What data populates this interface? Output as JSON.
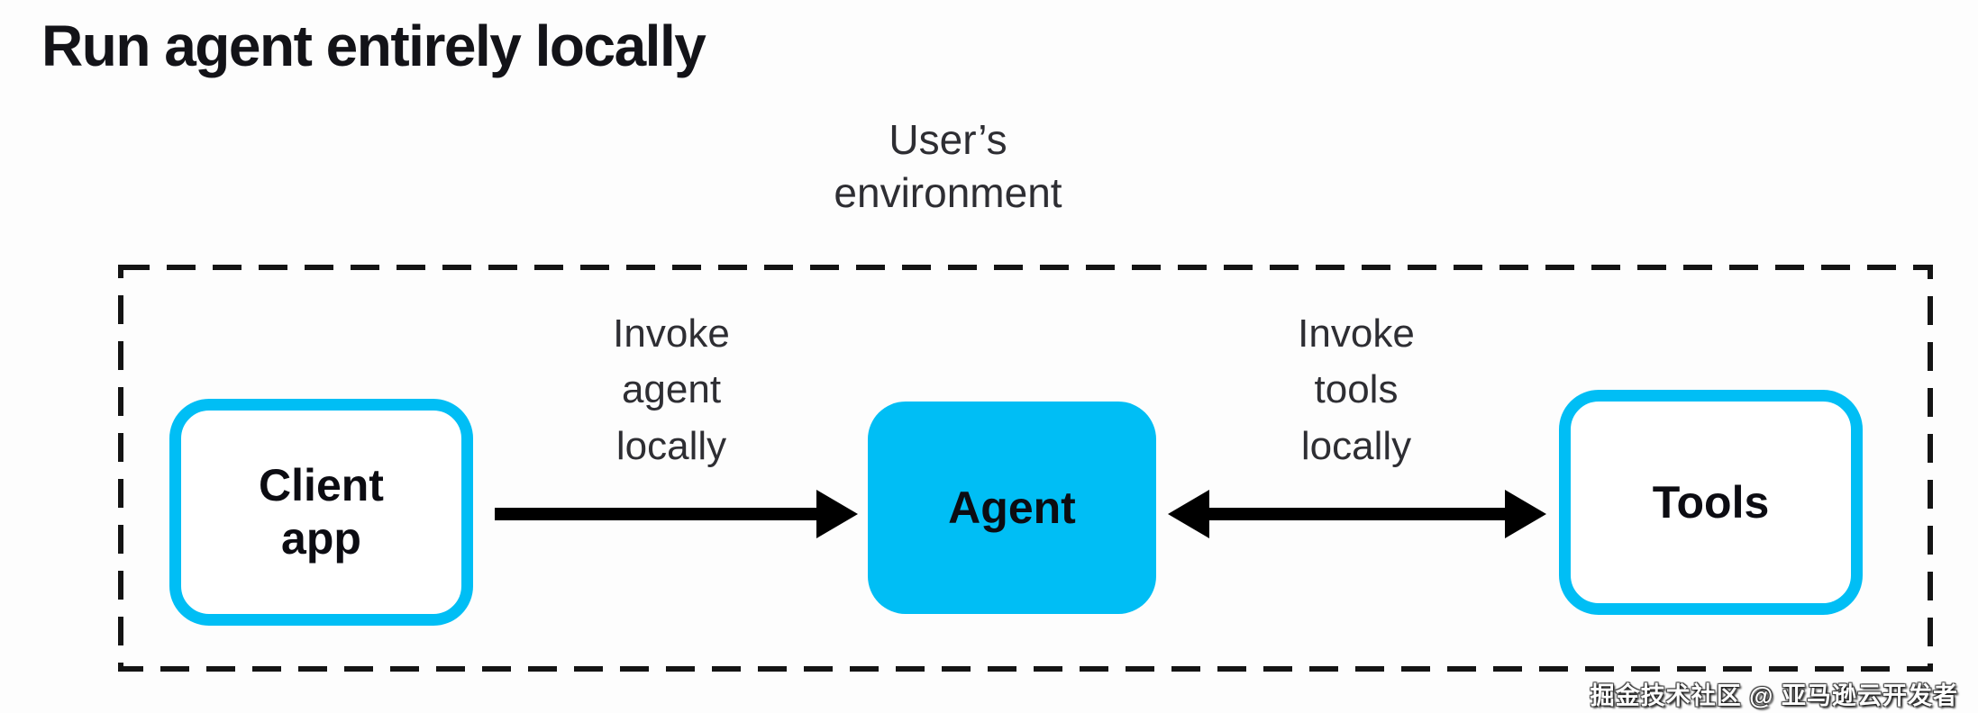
{
  "title": "Run agent entirely locally",
  "environment": {
    "lines": [
      "User’s",
      "environment"
    ]
  },
  "nodes": {
    "client_app": {
      "lines": [
        "Client",
        "app"
      ]
    },
    "agent": {
      "label": "Agent"
    },
    "tools": {
      "label": "Tools"
    }
  },
  "arrows": {
    "invoke_agent": {
      "lines": [
        "Invoke",
        "agent",
        "locally"
      ],
      "from": "Client app",
      "to": "Agent",
      "direction": "right"
    },
    "invoke_tools": {
      "lines": [
        "Invoke",
        "tools",
        "locally"
      ],
      "from": "Agent",
      "to": "Tools",
      "direction": "both"
    }
  },
  "watermark": "掘金技术社区 @ 亚马逊云开发者",
  "colors": {
    "accent_cyan": "#00BEF5",
    "line_black": "#141414",
    "title_ink": "#131318",
    "label_ink": "#2e2e33"
  }
}
